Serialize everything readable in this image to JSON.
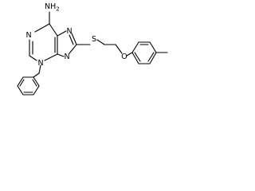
{
  "labels": {
    "amine": "NH",
    "amine_sub": "2",
    "n1": "N",
    "n3": "N",
    "n7": "N",
    "n9": "N",
    "s": "S",
    "o": "O"
  }
}
